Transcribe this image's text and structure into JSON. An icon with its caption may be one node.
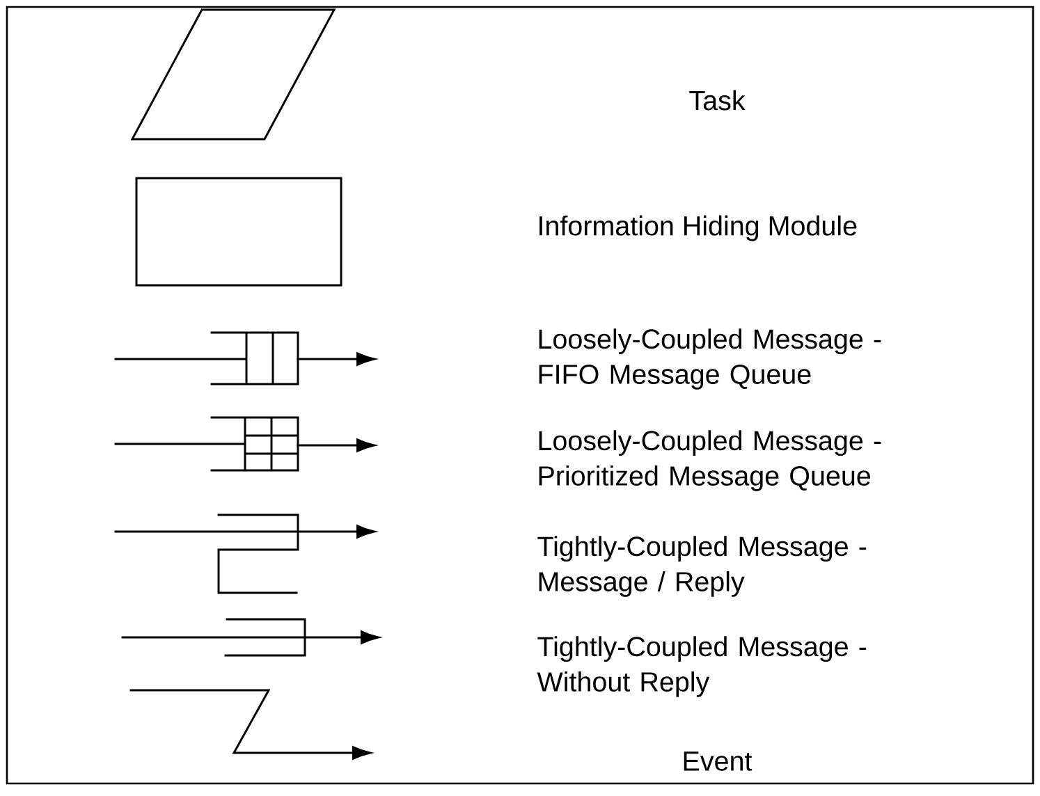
{
  "diagram": {
    "legend": [
      {
        "text": "Task"
      },
      {
        "text": "Information Hiding Module"
      },
      {
        "text": "Loosely-Coupled Message -FIFO Message Queue"
      },
      {
        "text": "Loosely-Coupled Message -Prioritized Message Queue"
      },
      {
        "text": "Tightly-Coupled Message -Message / Reply"
      },
      {
        "text": "Tightly-Coupled Message -Without Reply"
      },
      {
        "text": "Event"
      }
    ]
  }
}
